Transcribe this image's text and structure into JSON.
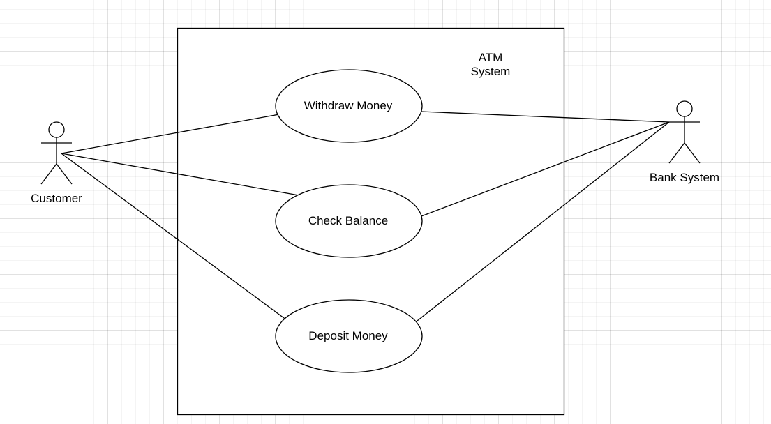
{
  "system_boundary": {
    "title_line1": "ATM",
    "title_line2": "System"
  },
  "actors": {
    "customer": {
      "label": "Customer"
    },
    "bank": {
      "label": "Bank System"
    }
  },
  "use_cases": {
    "withdraw": {
      "label": "Withdraw Money"
    },
    "balance": {
      "label": "Check Balance"
    },
    "deposit": {
      "label": "Deposit Money"
    }
  },
  "colors": {
    "stroke": "#000000",
    "background": "#ffffff",
    "grid": "#e6e6e6"
  }
}
